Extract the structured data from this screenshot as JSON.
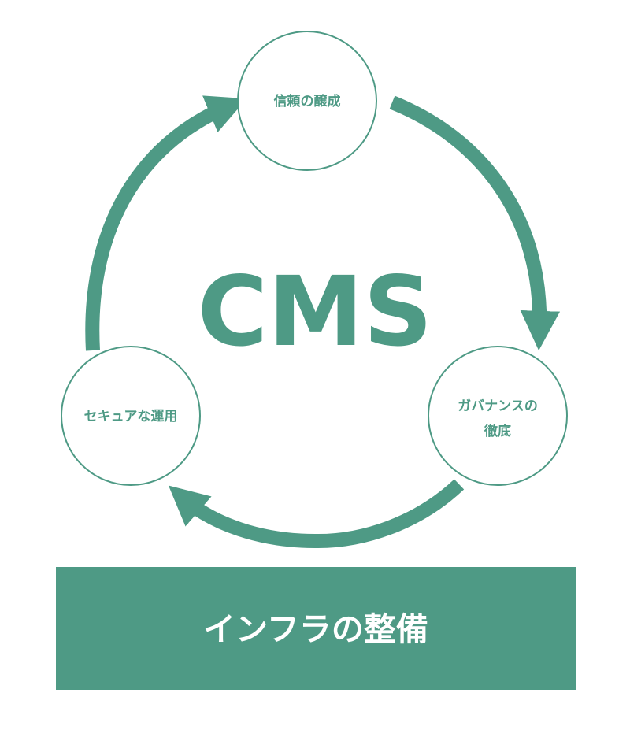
{
  "colors": {
    "accent": "#4e9a85",
    "background": "#ffffff",
    "base_text": "#ffffff"
  },
  "center": {
    "label": "CMS"
  },
  "nodes": {
    "trust": {
      "label": "信頼の醸成"
    },
    "governance": {
      "line1": "ガバナンスの",
      "line2": "徹底"
    },
    "operation": {
      "label": "セキュアな運用"
    }
  },
  "foundation": {
    "label": "インフラの整備"
  }
}
